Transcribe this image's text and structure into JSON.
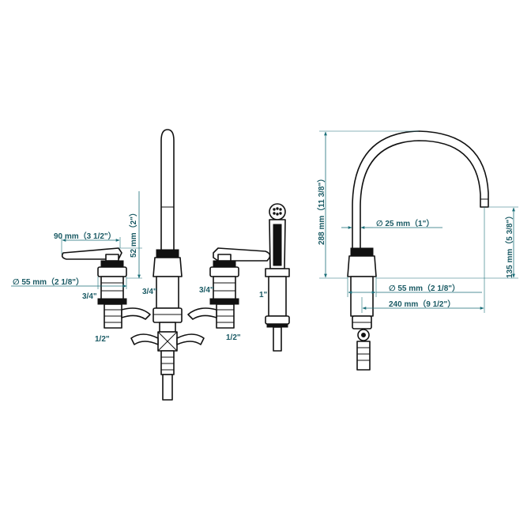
{
  "front_view": {
    "handle_width": "90 mm（3 1/2\"）",
    "handle_height": "52 mm（2\"）",
    "base_diameter": "∅  55 mm（2 1/8\"）",
    "left_valve_thread": "3/4\"",
    "center_thread": "3/4\"",
    "right_valve_thread": "3/4\"",
    "left_outlet": "1/2\"",
    "right_outlet": "1/2\"",
    "hand_shower_thread": "1\""
  },
  "side_view": {
    "total_height": "288 mm（11 3/8\"）",
    "spout_diameter": "∅  25 mm（1\"）",
    "spout_height": "135 mm（5 3/8\"）",
    "base_diameter": "∅  55 mm（2 1/8\"）",
    "reach": "240 mm（9 1/2\"）"
  },
  "colors": {
    "dimension": "#1a6e78",
    "outline": "#111111"
  }
}
